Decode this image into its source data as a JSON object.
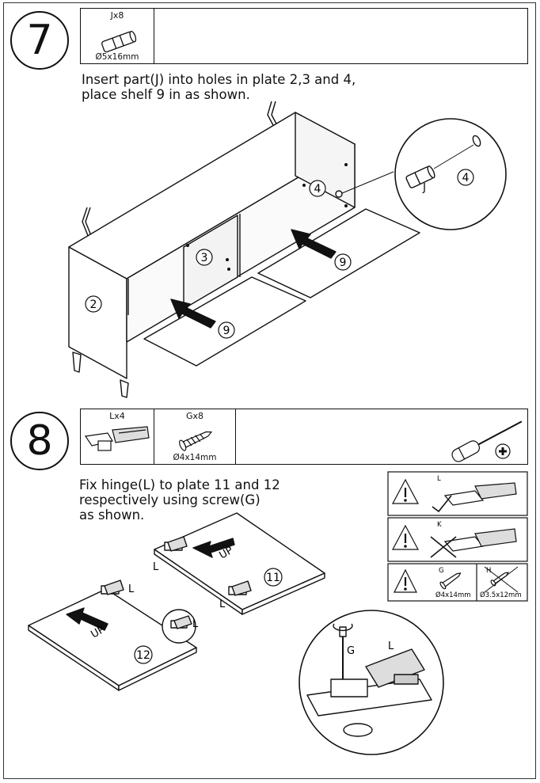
{
  "step7": {
    "number": "7",
    "part_label": "Jx8",
    "part_size": "Ø5x16mm",
    "instruction": "Insert part(J) into holes in plate 2,3 and 4,\nplace shelf 9 in as shown.",
    "callouts": {
      "plate_2": "2",
      "plate_3": "3",
      "plate_4": "4",
      "shelf_9": "9",
      "part_j": "J",
      "detail_plate_4": "4"
    }
  },
  "step8": {
    "number": "8",
    "parts": [
      {
        "label": "Lx4",
        "size": ""
      },
      {
        "label": "Gx8",
        "size": "Ø4x14mm"
      }
    ],
    "instruction": "Fix hinge(L) to plate 11 and 12\nrespectively using screw(G)\nas shown.",
    "warnings": {
      "correct_hinge": "L",
      "wrong_hinge": "K",
      "correct_screw": "G",
      "correct_screw_size": "Ø4x14mm",
      "wrong_screw": "H",
      "wrong_screw_size": "Ø3.5x12mm"
    },
    "callouts": {
      "plate_11": "11",
      "plate_12": "12",
      "hinge": "L",
      "screw": "G",
      "up_mark": "UP"
    }
  }
}
